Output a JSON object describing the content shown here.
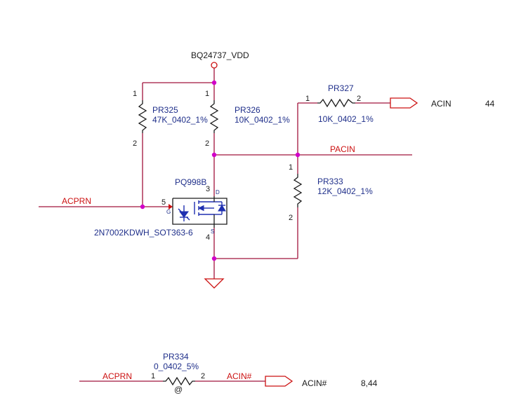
{
  "power": {
    "net": "BQ24737_VDD"
  },
  "nets": {
    "pacin": "PACIN",
    "acprn_main": "ACPRN",
    "acprn_bottom": "ACPRN",
    "acin_hash_wire": "ACIN#"
  },
  "resistors": {
    "pr325": {
      "ref": "PR325",
      "value": "47K_0402_1%",
      "pin1": "1",
      "pin2": "2"
    },
    "pr326": {
      "ref": "PR326",
      "value": "10K_0402_1%",
      "pin1": "1",
      "pin2": "2"
    },
    "pr327": {
      "ref": "PR327",
      "value": "10K_0402_1%",
      "pin1": "1",
      "pin2": "2"
    },
    "pr333": {
      "ref": "PR333",
      "value": "12K_0402_1%",
      "pin1": "1",
      "pin2": "2"
    },
    "pr334": {
      "ref": "PR334",
      "value": "0_0402_5%",
      "pin1": "1",
      "pin2": "2",
      "marker": "@"
    }
  },
  "mosfet": {
    "ref": "PQ998B",
    "part": "2N7002KDWH_SOT363-6",
    "pin_gate": "5",
    "pin_drain": "3",
    "pin_source": "4",
    "gate_letter": "G",
    "drain_letter": "D",
    "source_letter": "S"
  },
  "ports": {
    "acin": {
      "label": "ACIN",
      "pages": "44"
    },
    "acin_hash": {
      "label": "ACIN#",
      "pages": "8,44"
    }
  },
  "colors": {
    "wire": "#a0143c",
    "junction": "#d100c8",
    "net_label": "#cc1111",
    "component_ref": "#1f2f8a",
    "transistor": "#1f2fb0"
  }
}
